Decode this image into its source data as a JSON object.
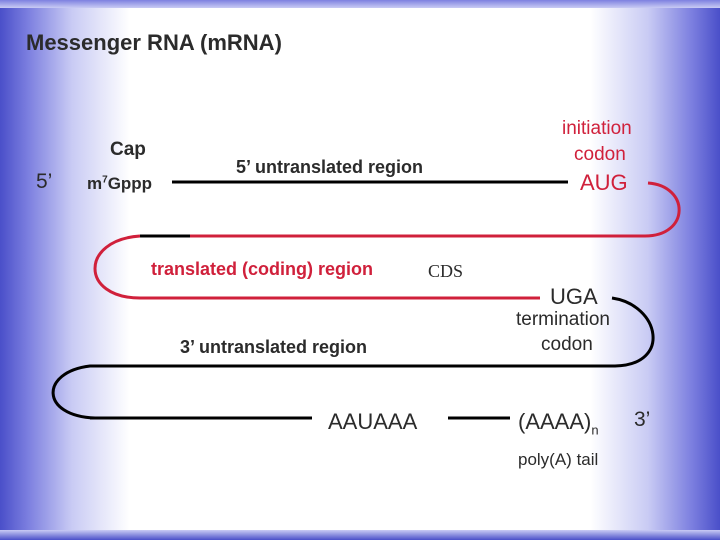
{
  "title": "Messenger RNA (mRNA)",
  "labels": {
    "five_prime": "5’",
    "cap": "Cap",
    "cap_structure_base": "m",
    "cap_structure_sup": "7",
    "cap_structure_rest": "Gppp",
    "utr5": "5’ untranslated region",
    "initiation_line1": "initiation",
    "initiation_line2": "codon",
    "start_codon": "AUG",
    "coding_region": "translated (coding) region",
    "cds": "CDS",
    "stop_codon": "UGA",
    "termination_line1": "termination",
    "termination_line2": "codon",
    "utr3": "3’ untranslated region",
    "polyadenylation_signal": "AAUAAA",
    "poly_a_base": "(AAAA)",
    "poly_a_sub": "n",
    "three_prime": "3’",
    "poly_a_tail": "poly(A) tail"
  },
  "colors": {
    "coding": "#d0203b",
    "noncoding": "#000000",
    "text": "#2b2b2b",
    "frame": "#4a4fc9"
  }
}
